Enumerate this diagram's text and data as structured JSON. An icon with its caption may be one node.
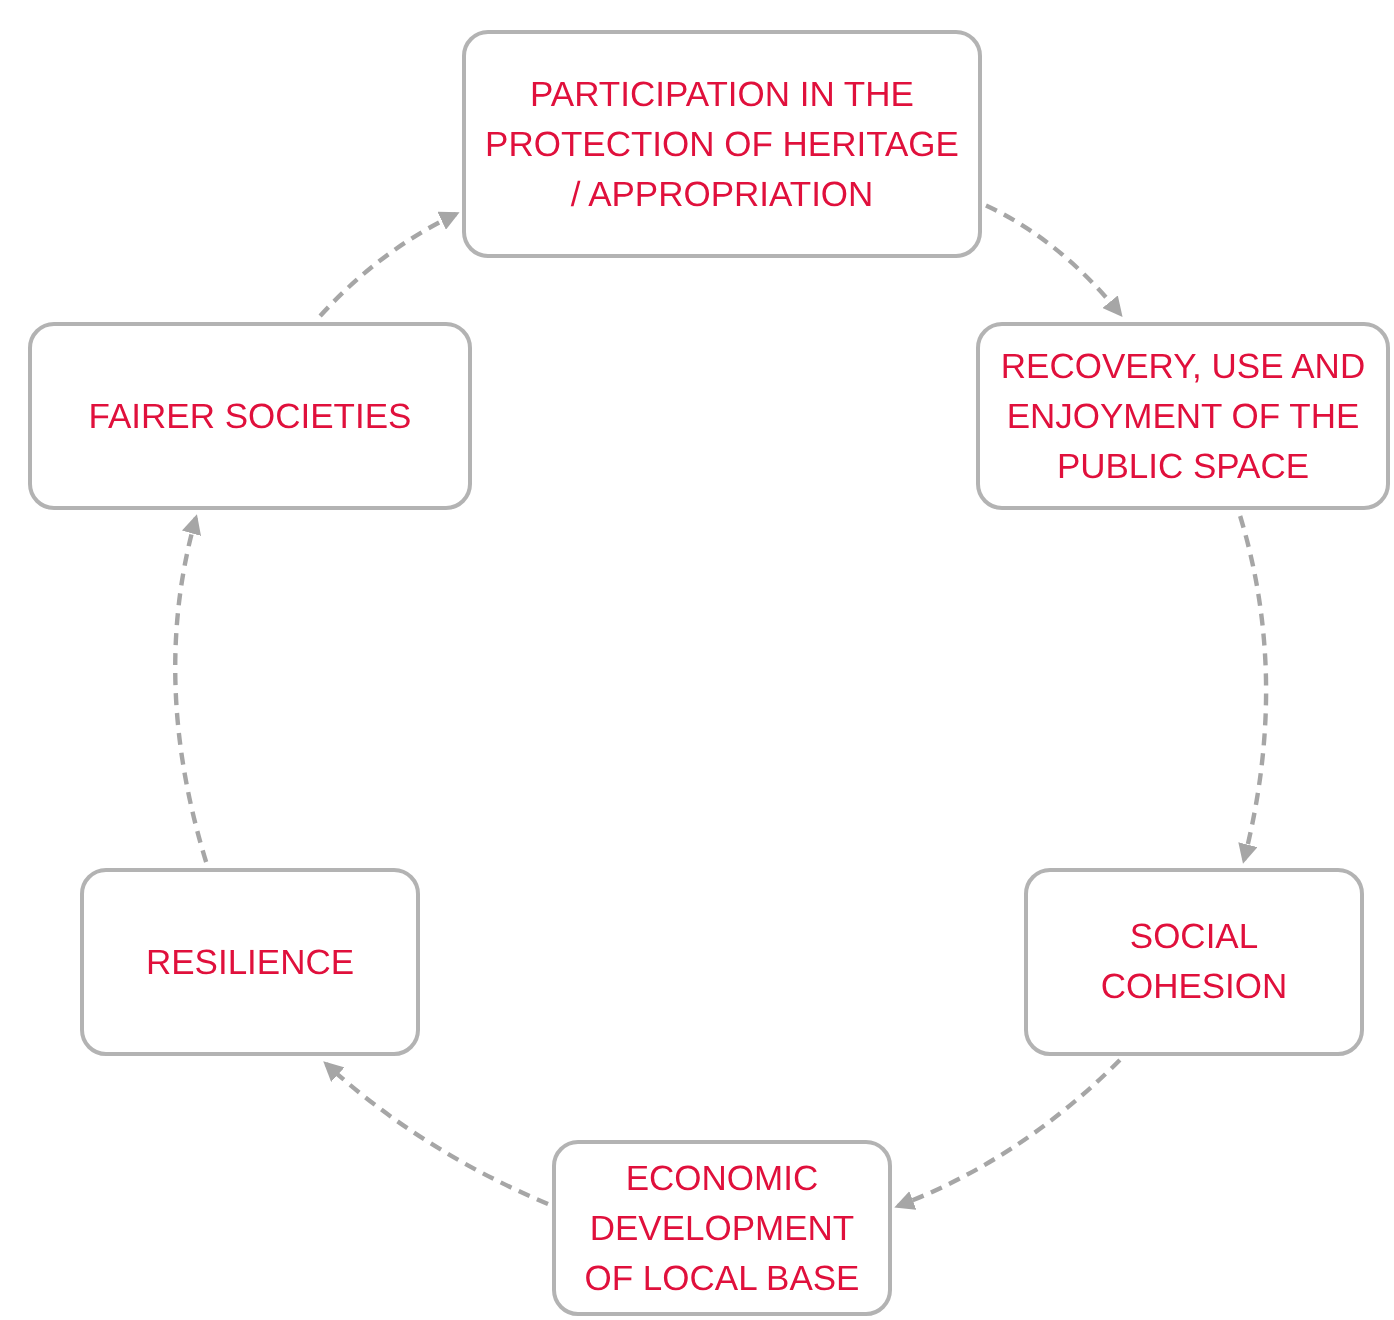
{
  "diagram": {
    "nodes": [
      {
        "text": [
          "PARTICIPATION IN THE PROTECTION OF HERITAGE / APPROPRIATION"
        ]
      },
      {
        "text": [
          "RECOVERY, USE AND ENJOYMENT OF THE PUBLIC SPACE"
        ]
      },
      {
        "text": [
          "SOCIAL COHESION"
        ]
      },
      {
        "text": [
          "ECONOMIC DEVELOPMENT OF LOCAL BASE"
        ]
      },
      {
        "text": [
          "RESILIENCE"
        ]
      },
      {
        "text": [
          "FAIRER SOCIETIES"
        ]
      }
    ],
    "edges": [
      {
        "from": 0,
        "to": 1,
        "arrow": "to",
        "style": "dashed"
      },
      {
        "from": 1,
        "to": 2,
        "arrow": "to",
        "style": "dashed"
      },
      {
        "from": 2,
        "to": 3,
        "arrow": "to",
        "style": "dashed"
      },
      {
        "from": 3,
        "to": 4,
        "arrow": "to",
        "style": "dashed"
      },
      {
        "from": 4,
        "to": 5,
        "arrow": "to",
        "style": "dashed"
      },
      {
        "from": 5,
        "to": 0,
        "arrow": "to",
        "style": "dashed"
      }
    ]
  }
}
